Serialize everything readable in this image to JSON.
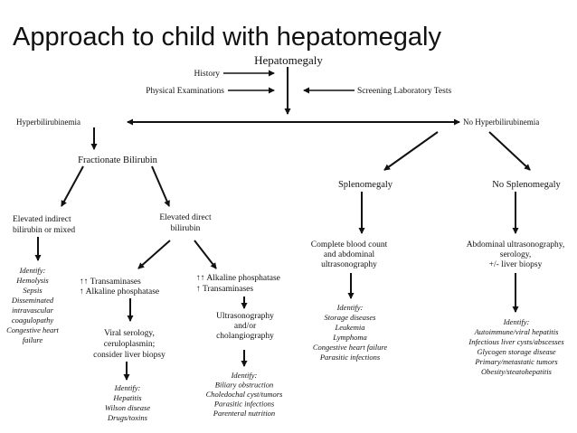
{
  "slide": {
    "title": "Approach to child with hepatomegaly"
  },
  "diagram": {
    "root": "Hepatomegaly",
    "inputs": {
      "history": "History",
      "physical": "Physical Examinations",
      "screening": "Screening Laboratory Tests"
    },
    "left_branch": "Hyperbilirubinemia",
    "right_branch": "No Hyperbilirubinemia",
    "fractionate": "Fractionate Bilirubin",
    "indirect": [
      "Elevated indirect",
      "bilirubin or mixed"
    ],
    "indirect_identify": [
      "Identify:",
      "Hemolysis",
      "Sepsis",
      "Disseminated",
      "intravascular",
      "coagulopathy",
      "Congestive heart",
      "failure"
    ],
    "direct": [
      "Elevated direct",
      "bilirubin"
    ],
    "trans_up": [
      "↑↑ Transaminases",
      "↑ Alkaline phosphatase"
    ],
    "alk_up": [
      "↑↑ Alkaline phosphatase",
      "↑ Transaminases"
    ],
    "viral": [
      "Viral serology,",
      "ceruloplasmin;",
      "consider liver biopsy"
    ],
    "viral_identify": [
      "Identify:",
      "Hepatitis",
      "Wilson disease",
      "Drugs/toxins"
    ],
    "imaging": [
      "Ultrasonography",
      "and/or",
      "cholangiography"
    ],
    "imaging_identify": [
      "Identify:",
      "Biliary obstruction",
      "Choledochal cyst/tumors",
      "Parasitic infections",
      "Parenteral nutrition"
    ],
    "splenomegaly": "Splenomegaly",
    "no_splenomegaly": "No Splenomegaly",
    "cbc": [
      "Complete blood count",
      "and abdominal",
      "ultrasonography"
    ],
    "cbc_identify": [
      "Identify:",
      "Storage diseases",
      "Leukemia",
      "Lymphoma",
      "Congestive heart failure",
      "Parasitic infections"
    ],
    "abd": [
      "Abdominal ultrasonography,",
      "serology,",
      "+/- liver biopsy"
    ],
    "abd_identify": [
      "Identify:",
      "Autoimmune/viral hepatitis",
      "Infectious liver cysts/abscesses",
      "Glycogen storage disease",
      "Primary/metastatic tumors",
      "Obesity/steatohepatitis"
    ]
  }
}
